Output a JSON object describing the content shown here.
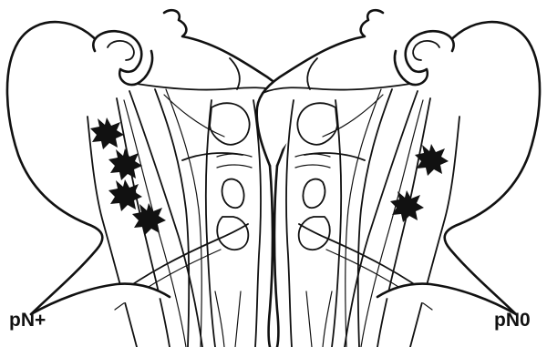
{
  "labels": {
    "left": "pN+",
    "right": "pN0"
  },
  "colors": {
    "ink": "#111111",
    "node": "#111111",
    "background": "#ffffff"
  },
  "icons": {
    "node_marker": "star-burst-icon"
  },
  "panels": {
    "left": {
      "node_count": 4
    },
    "right": {
      "node_count": 2
    }
  }
}
